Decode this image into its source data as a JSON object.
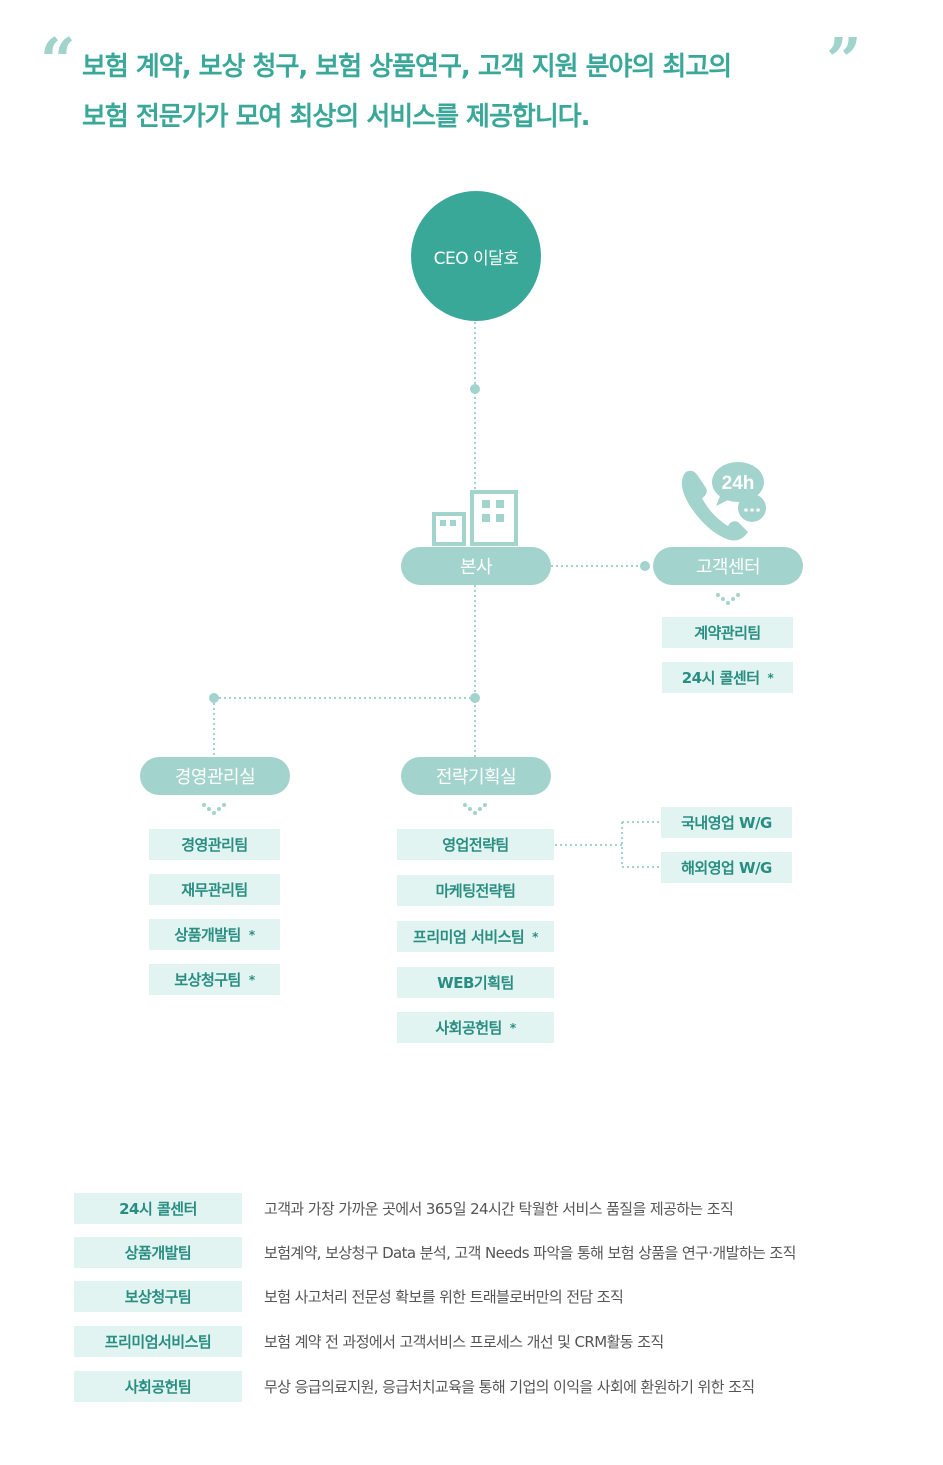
{
  "header": {
    "line1": "보험 계약, 보상 청구, 보험 상품연구, 고객 지원 분야의 최고의",
    "line2": "보험 전문가가 모여 최상의 서비스를 제공합니다."
  },
  "org": {
    "ceo": "CEO 이달호",
    "hq": "본사",
    "customer_center": {
      "label": "고객센터",
      "badge": "24h",
      "teams": [
        {
          "label": "계약관리팀",
          "star": ""
        },
        {
          "label": "24시 콜센터",
          "star": "*"
        }
      ]
    },
    "management": {
      "label": "경영관리실",
      "teams": [
        {
          "label": "경영관리팀",
          "star": ""
        },
        {
          "label": "재무관리팀",
          "star": ""
        },
        {
          "label": "상품개발팀",
          "star": "*"
        },
        {
          "label": "보상청구팀",
          "star": "*"
        }
      ]
    },
    "strategy": {
      "label": "전략기획실",
      "teams": [
        {
          "label": "영업전략팀",
          "star": ""
        },
        {
          "label": "마케팅전략팀",
          "star": ""
        },
        {
          "label": "프리미엄 서비스팀",
          "star": "*"
        },
        {
          "label": "WEB기획팀",
          "star": ""
        },
        {
          "label": "사회공헌팀",
          "star": "*"
        }
      ],
      "sales_groups": [
        "국내영업 W/G",
        "해외영업 W/G"
      ]
    }
  },
  "legend": [
    {
      "label": "24시 콜센터",
      "desc": "고객과 가장 가까운 곳에서 365일 24시간 탁월한 서비스 품질을 제공하는 조직"
    },
    {
      "label": "상품개발팀",
      "desc": "보험계약, 보상청구 Data 분석, 고객 Needs 파악을 통해 보험 상품을 연구·개발하는 조직"
    },
    {
      "label": "보상청구팀",
      "desc": "보험 사고처리 전문성 확보를 위한 트래블로버만의 전담 조직"
    },
    {
      "label": "프리미엄서비스팀",
      "desc": "보험 계약 전 과정에서 고객서비스 프로세스 개선 및 CRM활동 조직"
    },
    {
      "label": "사회공헌팀",
      "desc": "무상 응급의료지원, 응급처치교육을 통해 기업의 이익을 사회에 환원하기 위한 조직"
    }
  ],
  "colors": {
    "accent": "#3aa899",
    "pill": "#a2d3cc",
    "team_bg": "#e1f4f1",
    "team_text": "#2a8d82"
  }
}
